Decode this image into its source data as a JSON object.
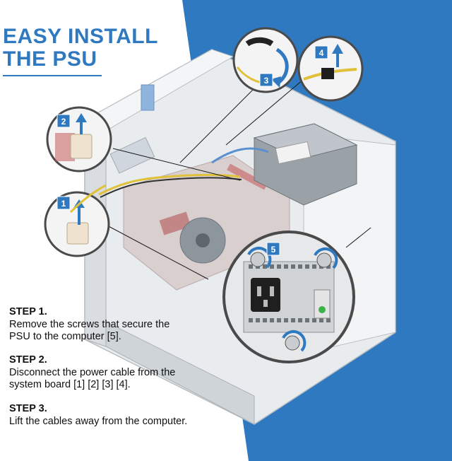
{
  "title": {
    "line1": "EASY INSTALL",
    "line2": "THE PSU"
  },
  "steps": [
    {
      "heading": "STEP 1.",
      "text": "Remove the screws that secure the PSU to the computer [5]."
    },
    {
      "heading": "STEP 2.",
      "text": "Disconnect the power cable from the system board [1] [2] [3] [4]."
    },
    {
      "heading": "STEP 3.",
      "text": "Lift the cables away from the computer."
    }
  ],
  "callouts": [
    "1",
    "2",
    "3",
    "4",
    "5"
  ],
  "colors": {
    "accent": "#2f79c0",
    "band": "#2f79c0",
    "badge": "#2f79c0"
  },
  "icons": [
    "arrow-up-icon",
    "rotate-arrow-icon",
    "screw-icon",
    "power-switch-icon"
  ]
}
